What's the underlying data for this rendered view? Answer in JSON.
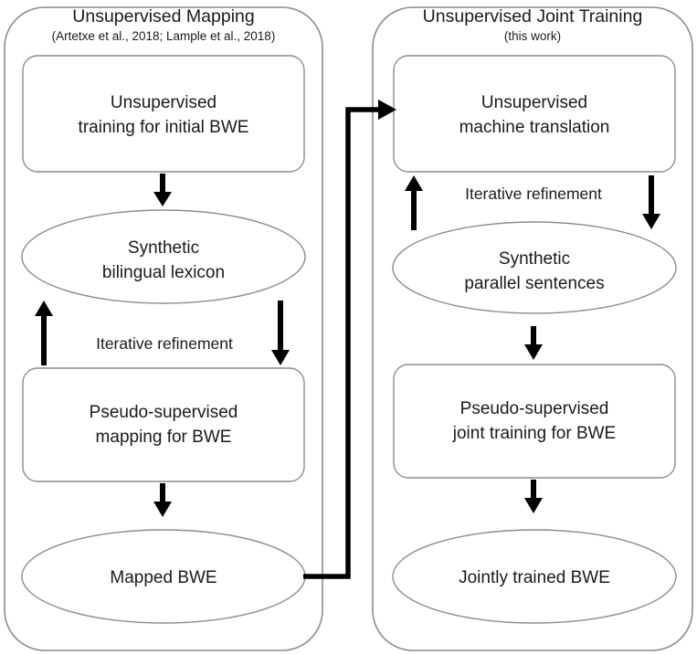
{
  "diagram": {
    "title_left": "Unsupervised Mapping",
    "title_right": "Unsupervised Joint Training",
    "panels": [
      {
        "id": "unsupervised-mapping",
        "title": "Unsupervised Mapping",
        "subtitle": "(Artetxe et al., 2018; Lample et al., 2018)",
        "nodes": [
          {
            "id": "unsup-training-initial-bwe",
            "shape": "box",
            "line1": "Unsupervised",
            "line2": "training for initial BWE"
          },
          {
            "id": "synthetic-bilingual-lexicon",
            "shape": "ellipse",
            "line1": "Synthetic",
            "line2": "bilingual lexicon"
          },
          {
            "id": "pseudo-supervised-mapping",
            "shape": "box",
            "line1": "Pseudo-supervised",
            "line2": "mapping for BWE"
          },
          {
            "id": "mapped-bwe",
            "shape": "ellipse",
            "line1": "Mapped BWE",
            "line2": ""
          }
        ],
        "edge_label": "Iterative refinement"
      },
      {
        "id": "unsupervised-joint-training",
        "title": "Unsupervised Joint Training",
        "subtitle": "(this work)",
        "nodes": [
          {
            "id": "unsup-machine-translation",
            "shape": "box",
            "line1": "Unsupervised",
            "line2": "machine translation"
          },
          {
            "id": "synthetic-parallel-sentences",
            "shape": "ellipse",
            "line1": "Synthetic",
            "line2": "parallel sentences"
          },
          {
            "id": "pseudo-supervised-joint-training",
            "shape": "box",
            "line1": "Pseudo-supervised",
            "line2": "joint training for BWE"
          },
          {
            "id": "jointly-trained-bwe",
            "shape": "ellipse",
            "line1": "Jointly trained BWE",
            "line2": ""
          }
        ],
        "edge_label": "Iterative refinement"
      }
    ],
    "colors": {
      "outline": "#8c8c8c",
      "arrow": "#000000",
      "text": "#1a1a1a",
      "background": "#ffffff"
    }
  }
}
